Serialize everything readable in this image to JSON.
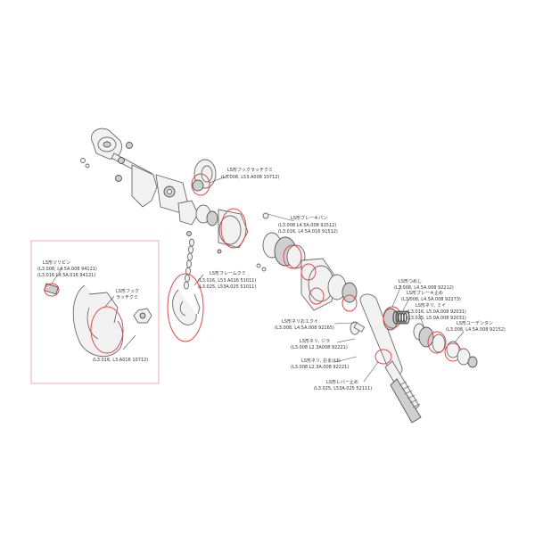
{
  "colors": {
    "highlight": "#e04848",
    "inset_frame": "#e89a9a",
    "line_art": "#6a6a6a",
    "label_text": "#333333"
  },
  "callouts": {
    "hook_latch_top": {
      "name": "LS形フックラッチクミ",
      "codes": "(L3.008, L53.A008 10712)"
    },
    "brake_pawl": {
      "name": "LS形ブレーキパン",
      "codes": "(L3.008 L4.5A.008 91512)\n(L3.016, L4.5A.016 91512)"
    },
    "frame_assy": {
      "name": "LS形フレームクミ",
      "codes": "(L3.016, L53.A016 51011)\n(L3.025, L53A.025 51011)"
    },
    "hook_pin": {
      "name": "LS形ツリピン",
      "codes": "(L3.008, L4.5A.008 94121)\n(L3.016 L4.5A.016 94121)"
    },
    "hook_latch": {
      "name": "LS形フック\nラッチクミ",
      "codes": "(L3.016, L3.A016 10712)"
    },
    "ring_gear": {
      "name": "LS形ネリおエクイ",
      "codes": "(L3.008, L4.5A.008 92165)"
    },
    "slide_pawl": {
      "name": "LS形ネリ, ジラ",
      "codes": "(L3.008 L2.3A008 92221)"
    },
    "cover": {
      "name": "LS形ネリ, おまはね",
      "codes": "(L3.008 L2.3A.008 92221)"
    },
    "lever_stop": {
      "name": "LS形レバー止め",
      "codes": "(L3.025, L53A.025 52111)"
    },
    "clutch": {
      "name": "LS形つめし",
      "codes": "(L3.008, L4.5A.008 92212)"
    },
    "pawl": {
      "name": "LS形ブレーキ止め",
      "codes": "(L3.008, L4.5A.008 92273)"
    },
    "spring": {
      "name": "LS形ネリ, ミイ",
      "codes": "(L3.016, L5.0A.008 92031)\n(L3.025, L5.0A.008 92031)"
    },
    "nut": {
      "name": "LS形ユーデンタン",
      "codes": "(L3.008, L4.5A.008 92152)"
    }
  }
}
